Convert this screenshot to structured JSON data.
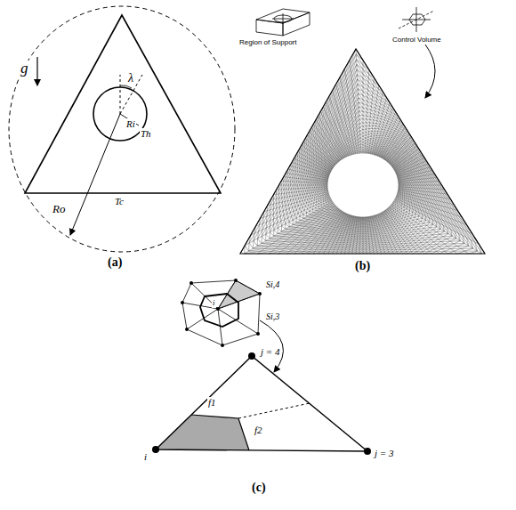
{
  "diagram": {
    "labels": [
      "g",
      "λ",
      "Ri",
      "Th",
      "Ro",
      "Tc",
      "(a)",
      "Region of Support",
      "Control Volume",
      "(b)",
      "Si,4",
      "Si,3",
      "i",
      "j = 4",
      "i",
      "j = 3",
      "f1",
      "f2",
      "(c)"
    ]
  }
}
